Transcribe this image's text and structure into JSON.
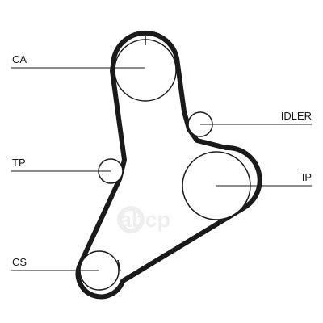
{
  "diagram": {
    "labels": {
      "ca": "CA",
      "idler": "IDLER",
      "tp": "TP",
      "ip": "IP",
      "cs": "CS"
    },
    "watermark": {
      "text": "abcp"
    },
    "colors": {
      "belt": "#1a1a1a",
      "pulley_outline": "#1a1a1a",
      "leader_line": "#1a1a1a",
      "watermark": "#eeeeee"
    }
  }
}
